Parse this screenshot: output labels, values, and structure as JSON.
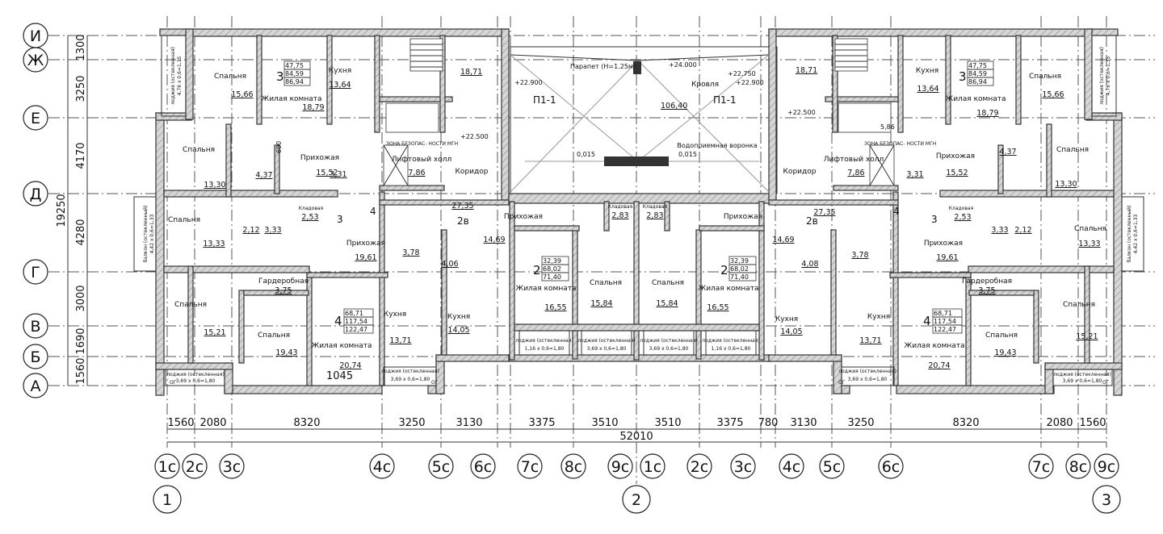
{
  "row_axes": [
    {
      "label": "И"
    },
    {
      "label": "Ж"
    },
    {
      "label": "Е"
    },
    {
      "label": "Д"
    },
    {
      "label": "Г"
    },
    {
      "label": "В"
    },
    {
      "label": "Б"
    },
    {
      "label": "А"
    }
  ],
  "row_dims": [
    "1300",
    "3250",
    "4170",
    "4280",
    "3000",
    "1690",
    "1560"
  ],
  "row_total": "19250",
  "col_dims": [
    "1560",
    "2080",
    "8320",
    "3250",
    "3130",
    "3375",
    "3510",
    "3510",
    "3375",
    "780",
    "3130",
    "3250",
    "8320",
    "2080",
    "1560"
  ],
  "total_length": "52010",
  "col_axes": [
    "1с",
    "2с",
    "3с",
    "4с",
    "5с",
    "6с",
    "7с",
    "8с",
    "9с",
    "1с",
    "2с",
    "3с",
    "4с",
    "5с",
    "6с",
    "7с",
    "8с",
    "9с"
  ],
  "section_axes": [
    "1",
    "2",
    "3"
  ],
  "rooms_left": [
    {
      "name": "Спальня",
      "area": "15,66"
    },
    {
      "name": "Жилая комната",
      "area": "18,79"
    },
    {
      "name": "Кухня",
      "area": "13,64"
    },
    {
      "name": "Спальня",
      "area": "13,30"
    },
    {
      "name": "Прихожая",
      "area": "15,52"
    },
    {
      "name": "",
      "area": "4,37"
    },
    {
      "name": "",
      "area": "3,31"
    },
    {
      "name": "Лифтовый холл",
      "area": "7,86"
    },
    {
      "name": "Коридор",
      "area": "27,35"
    },
    {
      "name": "Спальня",
      "area": "13,33"
    },
    {
      "name": "Кладовая",
      "area": "2,53"
    },
    {
      "name": "",
      "area": "2,12"
    },
    {
      "name": "",
      "area": "3,33"
    },
    {
      "name": "Прихожая",
      "area": "19,61"
    },
    {
      "name": "",
      "area": "3,78"
    },
    {
      "name": "",
      "area": "4,06"
    },
    {
      "name": "",
      "area": "14,69"
    },
    {
      "name": "Гардеробная",
      "area": "3,75"
    },
    {
      "name": "Спальня",
      "area": "15,21"
    },
    {
      "name": "Спальня",
      "area": "19,43"
    },
    {
      "name": "Жилая комната",
      "area": "20,74"
    },
    {
      "name": "Кухня",
      "area": "13,71"
    },
    {
      "name": "Кухня",
      "area": "14,05"
    },
    {
      "name": "Прихожая",
      "area": ""
    },
    {
      "name": "Жилая комната",
      "area": "16,55"
    },
    {
      "name": "Спальня",
      "area": "15,84"
    },
    {
      "name": "Кладовая",
      "area": "2,83"
    }
  ],
  "rooms_right": [
    {
      "name": "Кухня",
      "area": "13,64"
    },
    {
      "name": "Жилая комната",
      "area": "18,79"
    },
    {
      "name": "Спальня",
      "area": "15,66"
    },
    {
      "name": "Лифтовый холл",
      "area": "7,86"
    },
    {
      "name": "Коридор",
      "area": ""
    },
    {
      "name": "Прихожая",
      "area": "15,52"
    },
    {
      "name": "",
      "area": "4,37"
    },
    {
      "name": "Спальня",
      "area": "13,30"
    },
    {
      "name": "",
      "area": "3,31"
    },
    {
      "name": "",
      "area": "27,35"
    },
    {
      "name": "Кладовая",
      "area": "2,53"
    },
    {
      "name": "",
      "area": "3,33"
    },
    {
      "name": "",
      "area": "2,12"
    },
    {
      "name": "Спальня",
      "area": "13,33"
    },
    {
      "name": "Прихожая",
      "area": "19,61"
    },
    {
      "name": "",
      "area": "3,78"
    },
    {
      "name": "",
      "area": "4,08"
    },
    {
      "name": "",
      "area": "14,69"
    },
    {
      "name": "Гардеробная",
      "area": "3,75"
    },
    {
      "name": "Спальня",
      "area": "15,21"
    },
    {
      "name": "Спальня",
      "area": "19,43"
    },
    {
      "name": "Жилая комната",
      "area": "20,74"
    },
    {
      "name": "Кухня",
      "area": "13,71"
    },
    {
      "name": "Кухня",
      "area": "14,05"
    },
    {
      "name": "Прихожая",
      "area": ""
    },
    {
      "name": "Жилая комната",
      "area": "16,55"
    },
    {
      "name": "Спальня",
      "area": "15,84"
    },
    {
      "name": "Кладовая",
      "area": "2,83"
    }
  ],
  "apartments": [
    {
      "rooms": "3",
      "a": "47,75",
      "b": "84,59",
      "c": "86,94"
    },
    {
      "rooms": "4",
      "a": "68,71",
      "b": "117,54",
      "c": "122,47"
    },
    {
      "rooms": "2",
      "a": "32,39",
      "b": "68,02",
      "c": "71,40"
    },
    {
      "rooms": "2",
      "a": "32,39",
      "b": "68,02",
      "c": "71,40"
    },
    {
      "rooms": "3",
      "a": "47,75",
      "b": "84,59",
      "c": "86,94"
    },
    {
      "rooms": "4",
      "a": "68,71",
      "b": "117,54",
      "c": "122,47"
    }
  ],
  "stair_marks": {
    "left_a": "3",
    "left_b": "4",
    "left_c": "2в",
    "right_a": "4",
    "right_b": "3",
    "right_c": "2в"
  },
  "small_area": "1045",
  "roof": {
    "parapet": "Парапет (Н=1.25м)",
    "roof_label": "Кровля",
    "roof_area": "106,40",
    "funnel": "Водоприемная воронка",
    "slope_left": "0,015",
    "slope_right": "0,015",
    "elev_top": "+24.000",
    "elev_left": "+22.900",
    "elev_right1": "+22.750",
    "elev_right2": "+22.900"
  },
  "section_marks": [
    "П1-1",
    "П1-1"
  ],
  "elevations": {
    "e1": "+22.500",
    "e2": "+22.500",
    "e3": "18,71",
    "e4": "18,71",
    "e5": "5,86",
    "e6": "600"
  },
  "safety_zone": "ЗОНА БЕЗОПАС- НОСТИ МГН",
  "loggias": {
    "glazed": "лоджия (остекленная)",
    "balcony": "балкон (остекленный)",
    "size_a": "3,69 x 0,6=1,80",
    "size_b": "1,16 x 0,6=1,80",
    "size_c": "4,42 x 0,6=1,33",
    "size_d": "4,76 x 0,6=1,35",
    "ogr": "ОГ"
  }
}
